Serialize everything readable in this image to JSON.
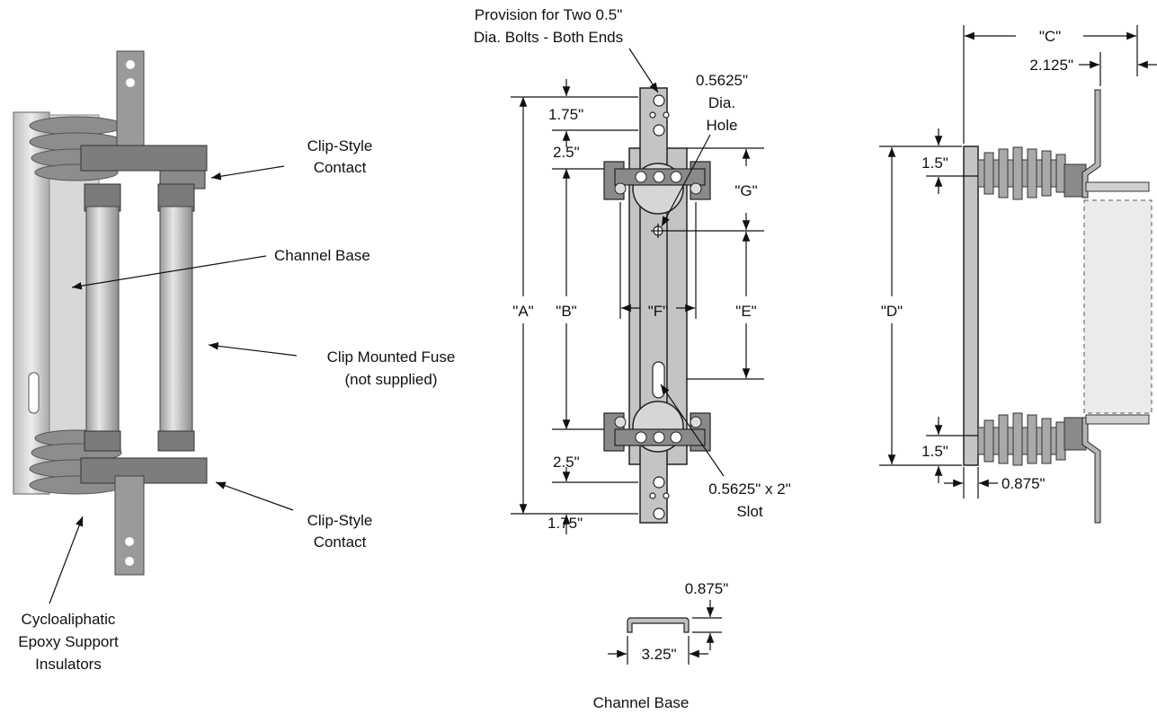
{
  "callouts": {
    "clip_top": [
      "Clip-Style",
      "Contact"
    ],
    "channel_base": "Channel Base",
    "fuse": [
      "Clip Mounted Fuse",
      "(not supplied)"
    ],
    "clip_bottom": [
      "Clip-Style",
      "Contact"
    ],
    "insulators": [
      "Cycloaliphatic",
      "Epoxy Support",
      "Insulators"
    ]
  },
  "front_view": {
    "provision": [
      "Provision for Two 0.5\"",
      "Dia. Bolts - Both Ends"
    ],
    "hole": [
      "0.5625\"",
      "Dia.",
      "Hole"
    ],
    "slot": [
      "0.5625\" x 2\"",
      "Slot"
    ],
    "dims": {
      "top_175": "1.75\"",
      "top_25": "2.5\"",
      "bottom_25": "2.5\"",
      "bottom_175": "1.75\"",
      "A": "\"A\"",
      "B": "\"B\"",
      "F": "\"F\"",
      "E": "\"E\"",
      "G": "\"G\""
    }
  },
  "side_view": {
    "dims": {
      "C": "\"C\"",
      "d_2125": "2.125\"",
      "D": "\"D\"",
      "top_15": "1.5\"",
      "bottom_15": "1.5\"",
      "d_0875": "0.875\""
    }
  },
  "channel_section": {
    "height": "0.875\"",
    "width": "3.25\"",
    "title": "Channel Base"
  }
}
